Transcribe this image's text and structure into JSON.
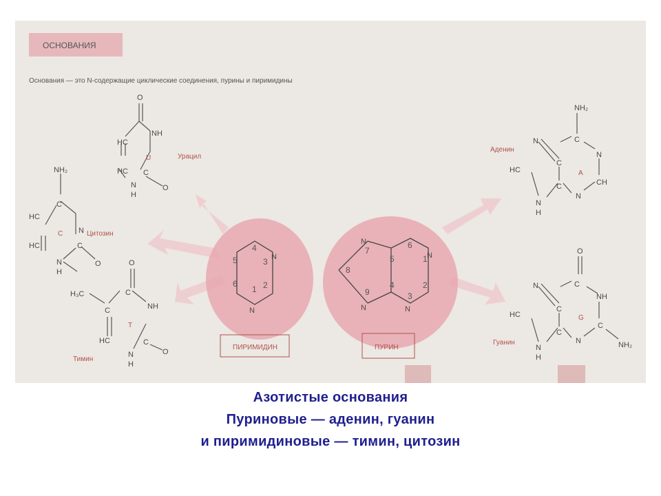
{
  "slide": {
    "header_label": "ОСНОВАНИЯ",
    "intro": "Основания — это N-содержащие циклические соединения, пурины и пиримидины",
    "caption_line1": "Азотистые основания",
    "caption_line2": "Пуриновые  — аденин, гуанин",
    "caption_line3": "и пиримидиновые — тимин, цитозин"
  },
  "labels": {
    "uracil": "Урацил",
    "cytosine": "Цитозин",
    "thymine": "Тимин",
    "adenine": "Аденин",
    "guanine": "Гуанин",
    "pyrimidine_box": "ПИРИМИДИН",
    "purine_box": "ПУРИН"
  },
  "letters": {
    "uracil": "U",
    "cytosine": "C",
    "thymine": "T",
    "adenine": "A",
    "guanine": "G"
  },
  "atoms": {
    "O": "O",
    "N": "N",
    "NH": "NH",
    "H": "H",
    "C": "C",
    "HC": "HC",
    "CH": "CH",
    "NH2": "NH₂",
    "H3C": "H₃C"
  },
  "ring_numbers": {
    "pyrimidine": [
      "1",
      "2",
      "3",
      "4",
      "5",
      "6"
    ],
    "purine": [
      "1",
      "2",
      "3",
      "4",
      "5",
      "6",
      "7",
      "8",
      "9"
    ]
  },
  "colors": {
    "pink_blob": "#e8a8b0",
    "pink_arrow": "#efc8cc",
    "header_box": "#e6b8bc",
    "label_red": "#b0524d",
    "caption_blue": "#1f1f8f"
  }
}
